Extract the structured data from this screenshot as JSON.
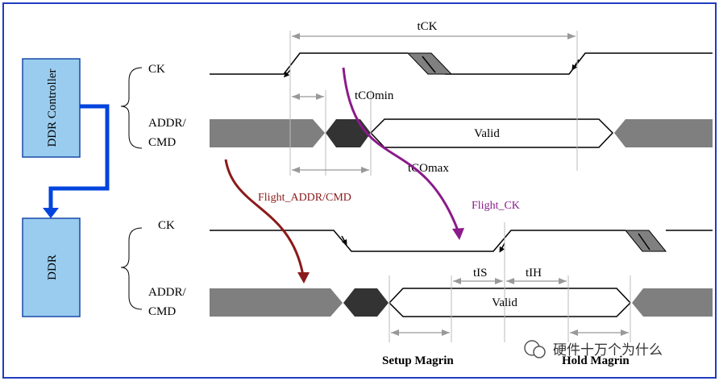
{
  "controller_box": {
    "label": "DDR Controller",
    "fill": "#99ccee"
  },
  "ddr_box": {
    "label": "DDR",
    "fill": "#99ccee"
  },
  "top_signals": {
    "clock": "CK",
    "addr": "ADDR/",
    "cmd": "CMD",
    "valid": "Valid"
  },
  "bottom_signals": {
    "clock": "CK",
    "addr": "ADDR/",
    "cmd": "CMD",
    "valid": "Valid"
  },
  "timing": {
    "tck": "tCK",
    "tcomin": "tCOmin",
    "tcomax": "tCOmax",
    "tis": "tIS",
    "tih": "tIH",
    "flight_addr": "Flight_ADDR/CMD",
    "flight_ck": "Flight_CK",
    "setup": "Setup Magrin",
    "hold": "Hold Magrin"
  },
  "watermark": "硬件十万个为什么",
  "colors": {
    "bus_grey": "#7f7f7f",
    "bus_dark": "#333333",
    "connector_blue": "#0044dd",
    "flight_addr_color": "#8b1a1a",
    "flight_ck_color": "#8b1a8b",
    "frame_blue": "#1f3cc0"
  }
}
